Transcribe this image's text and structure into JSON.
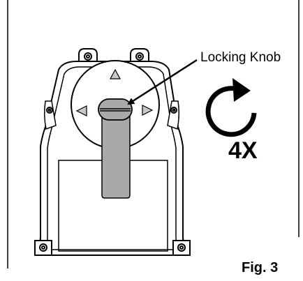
{
  "labels": {
    "callout": "Locking Knob",
    "turns": "4X",
    "figure": "Fig. 3"
  },
  "colors": {
    "line": "#000000",
    "knob_fill": "#a9a9a9",
    "dial_arrow_fill": "#c8c8c8",
    "background": "#ffffff"
  },
  "icons": {
    "rotation": "clockwise-rotation-arrow-icon",
    "dial_arrows": [
      "arrow-up-icon",
      "arrow-left-icon",
      "arrow-right-icon"
    ],
    "screws": "screw-icon"
  }
}
